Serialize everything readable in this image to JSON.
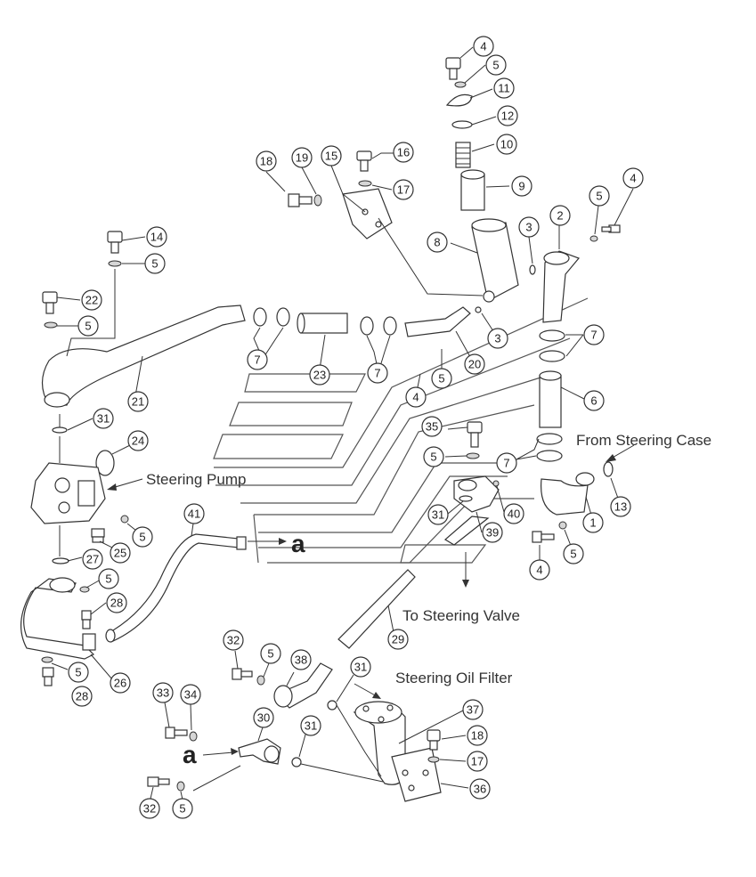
{
  "labels": {
    "steering_pump": "Steering Pump",
    "from_steering_case": "From Steering Case",
    "to_steering_valve": "To Steering Valve",
    "steering_oil_filter": "Steering Oil Filter",
    "section_a_right": "a",
    "section_a_left": "a"
  },
  "callouts": {
    "c1": "1",
    "c2": "2",
    "c3a": "3",
    "c3b": "3",
    "c4a": "4",
    "c4b": "4",
    "c4c": "4",
    "c4d": "4",
    "c5a": "5",
    "c5b": "5",
    "c5c": "5",
    "c5d": "5",
    "c5e": "5",
    "c5f": "5",
    "c5g": "5",
    "c5h": "5",
    "c5i": "5",
    "c5j": "5",
    "c5k": "5",
    "c5l": "5",
    "c6": "6",
    "c7a": "7",
    "c7b": "7",
    "c7c": "7",
    "c7d": "7",
    "c8": "8",
    "c9": "9",
    "c10": "10",
    "c11": "11",
    "c12": "12",
    "c13": "13",
    "c14": "14",
    "c15": "15",
    "c16": "16",
    "c17a": "17",
    "c17b": "17",
    "c18a": "18",
    "c18b": "18",
    "c19": "19",
    "c20": "20",
    "c21": "21",
    "c22": "22",
    "c23": "23",
    "c24": "24",
    "c25": "25",
    "c26": "26",
    "c27": "27",
    "c28a": "28",
    "c28b": "28",
    "c29": "29",
    "c30": "30",
    "c31a": "31",
    "c31b": "31",
    "c31c": "31",
    "c31d": "31",
    "c32a": "32",
    "c32b": "32",
    "c33": "33",
    "c34": "34",
    "c35": "35",
    "c36": "36",
    "c37": "37",
    "c38": "38",
    "c39": "39",
    "c40": "40",
    "c41": "41"
  }
}
